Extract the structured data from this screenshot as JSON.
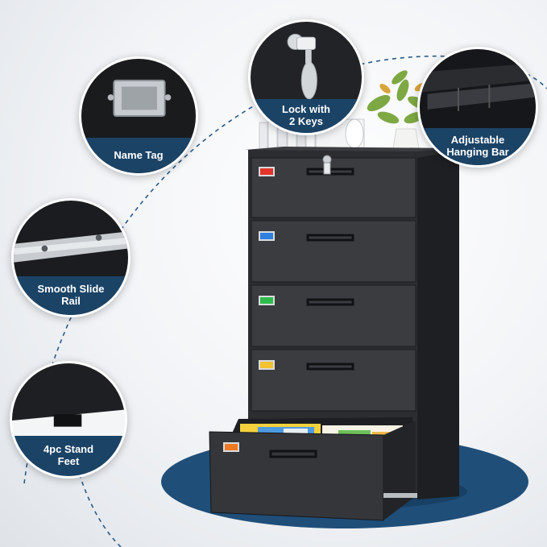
{
  "features": {
    "name_tag": {
      "label": "Name Tag"
    },
    "lock": {
      "label": "Lock with\n2 Keys"
    },
    "hanging_bar": {
      "label": "Adjustable\nHanging Bar"
    },
    "slide_rail": {
      "label": "Smooth Slide\nRail"
    },
    "stand_feet": {
      "label": "4pc Stand\nFeet"
    }
  },
  "colors": {
    "band_navy": "#1b4366",
    "floor_blue": "#1f4e79",
    "cabinet_black": "#2b2d30",
    "dashed_arc": "#2a5a87"
  },
  "cabinet": {
    "drawer_count": 5,
    "open_drawer": 5,
    "label_tag_colors": [
      "#e2342b",
      "#2f7fe0",
      "#2dbb4a",
      "#f2c230",
      "#f07a22"
    ]
  }
}
